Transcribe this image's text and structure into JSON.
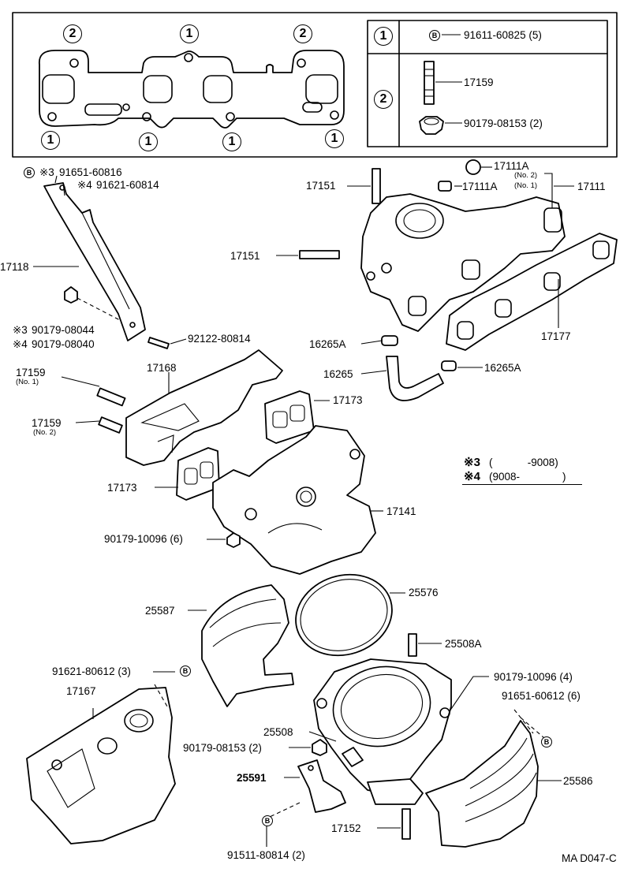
{
  "gasket_detail": {
    "callouts_top": [
      "2",
      "1",
      "2"
    ],
    "callouts_bottom": [
      "1",
      "1",
      "1",
      "1"
    ],
    "legend": [
      {
        "key": "1",
        "mark": "B",
        "part": "91611-60825 (5)"
      },
      {
        "key": "2",
        "part": "17159",
        "part2": "90179-08153 (2)"
      }
    ]
  },
  "labels": {
    "p1": "91651-60816",
    "p1_prefix": "※3",
    "p2": "91621-60814",
    "p2_prefix": "※4",
    "p17118": "17118",
    "p3": "90179-08044",
    "p3_prefix": "※3",
    "p4": "90179-08040",
    "p4_prefix": "※4",
    "p92122": "92122-80814",
    "p17151a": "17151",
    "p17151b": "17151",
    "p17111Aa": "17111A",
    "p17111Aa_note": "(No. 2)",
    "p17111Ab": "17111A",
    "p17111Ab_note": "(No. 1)",
    "p17111": "17111",
    "p17177": "17177",
    "p16265Aa": "16265A",
    "p16265": "16265",
    "p16265Ab": "16265A",
    "p17159a": "17159",
    "p17159a_note": "(No. 1)",
    "p17159b": "17159",
    "p17159b_note": "(No. 2)",
    "p17168": "17168",
    "p17173a": "17173",
    "p17173b": "17173",
    "p17141": "17141",
    "p90179_10096a": "90179-10096 (6)",
    "p25576": "25576",
    "p25587": "25587",
    "p25508A": "25508A",
    "p91621_80612": "91621-80612 (3)",
    "p17167": "17167",
    "p90179_10096b": "90179-10096 (4)",
    "p91651_60612": "91651-60612 (6)",
    "p25508": "25508",
    "p90179_08153": "90179-08153 (2)",
    "p25591": "25591",
    "p25586": "25586",
    "p17152": "17152",
    "p91511": "91511-80814 (2)",
    "mark_b": "B"
  },
  "date_legend": {
    "row1_mark": "※3",
    "row1_text": "(　　　 -9008)",
    "row2_mark": "※4",
    "row2_text": "(9008-　　　　)"
  },
  "drawing_code": "MA D047-C"
}
